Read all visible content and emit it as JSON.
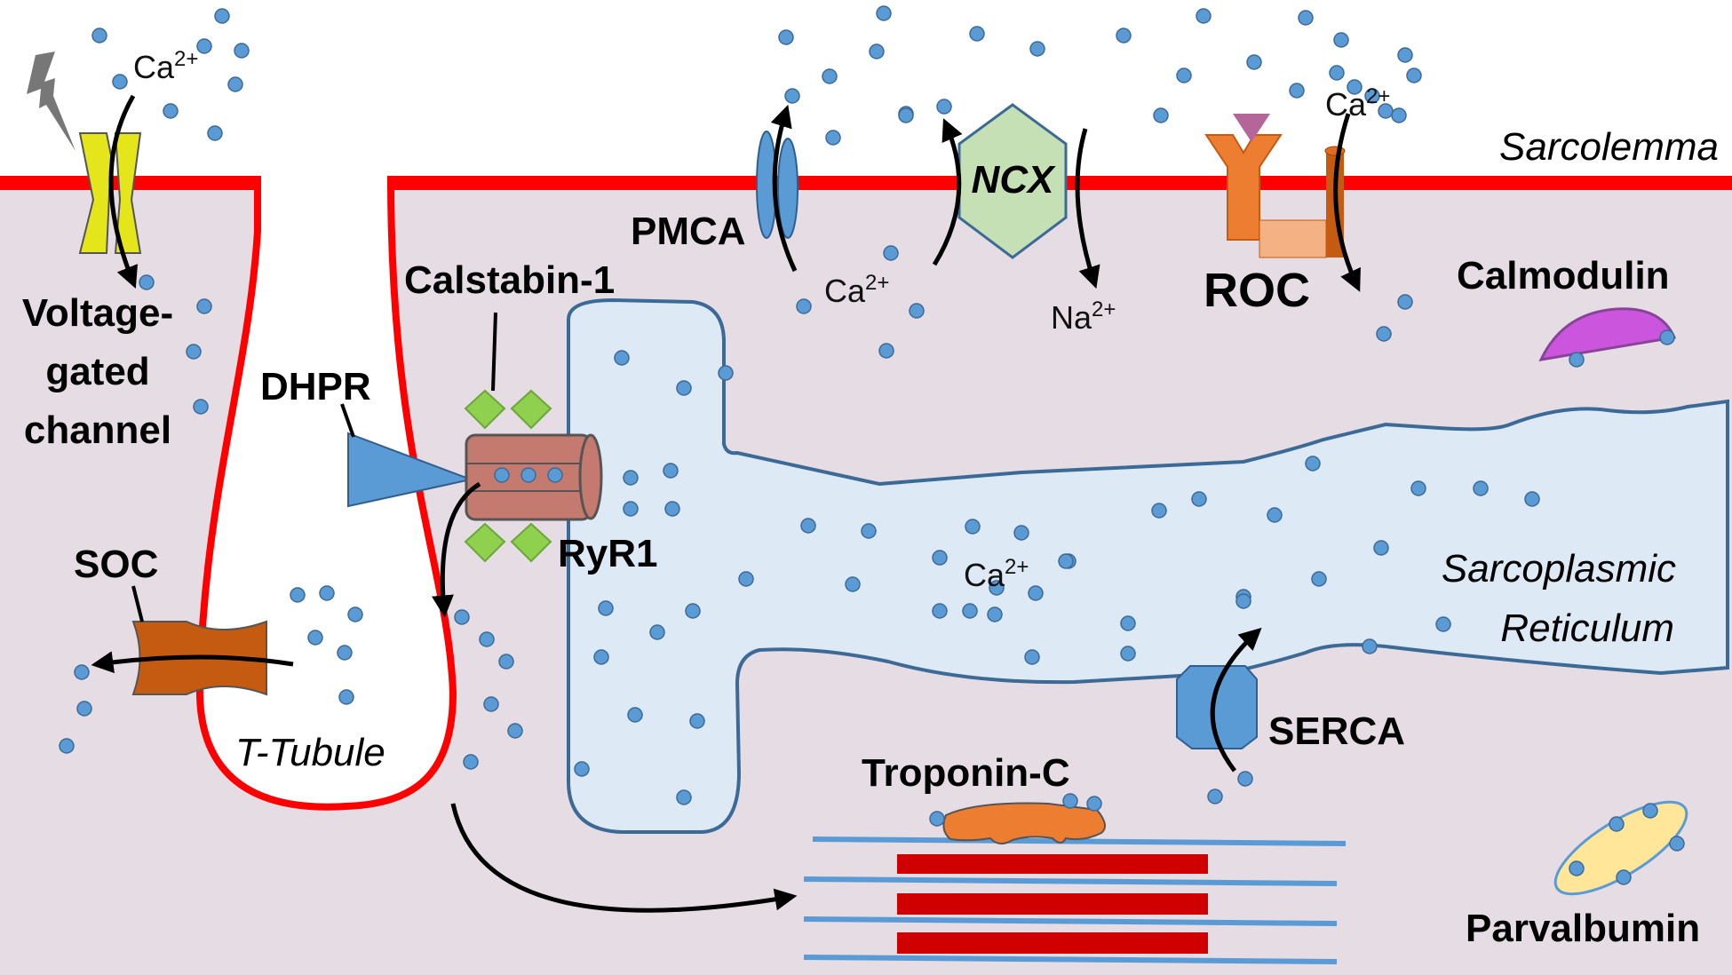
{
  "diagram": {
    "labels": {
      "sarcolemma": "Sarcolemma",
      "voltage_gated_line1": "Voltage-",
      "voltage_gated_line2": "gated",
      "voltage_gated_line3": "channel",
      "dhpr": "DHPR",
      "calstabin": "Calstabin-1",
      "ryr1": "RyR1",
      "soc": "SOC",
      "t_tubule": "T-Tubule",
      "pmca": "PMCA",
      "ncx": "NCX",
      "roc": "ROC",
      "calmodulin": "Calmodulin",
      "sr_line1": "Sarcoplasmic",
      "sr_line2": "Reticulum",
      "serca": "SERCA",
      "troponin_c": "Troponin-C",
      "parvalbumin": "Parvalbumin"
    },
    "ions": {
      "ca_base": "Ca",
      "ca_charge": "2+",
      "na_base": "Na",
      "na_charge": "2+"
    },
    "colors": {
      "membrane": "#ff0000",
      "cytosol": "#e6dce3",
      "sr_fill": "#dde9f5",
      "sr_stroke": "#3c6a96",
      "calcium_dot": "#5b9bd5",
      "voltage_channel": "#e5e51c",
      "dhpr": "#5b9bd5",
      "ryr1": "#c47a6e",
      "calstabin": "#8fd14f",
      "soc": "#c55a11",
      "ncx": "#c5e0b4",
      "roc": "#ed7d31",
      "roc_ligand": "#b4669a",
      "calmodulin": "#cc55dd",
      "troponin": "#ed7d31",
      "actin": "#5b9bd5",
      "myosin": "#d00000",
      "parvalbumin": "#ffe699"
    },
    "icons": [
      "lightning-bolt-icon"
    ]
  }
}
